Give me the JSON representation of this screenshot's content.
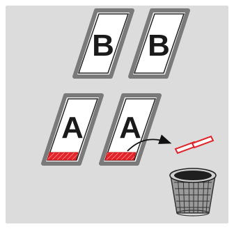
{
  "panels": [
    {
      "id": "top-left",
      "letter": "B",
      "row": "top",
      "has_strip": false
    },
    {
      "id": "top-right",
      "letter": "B",
      "row": "top",
      "has_strip": false
    },
    {
      "id": "bottom-left",
      "letter": "A",
      "row": "bottom",
      "has_strip": true
    },
    {
      "id": "bottom-right",
      "letter": "A",
      "row": "bottom",
      "has_strip": true
    }
  ],
  "colors": {
    "background_panel": "#dcdcdc",
    "window_frame": "#8a8a8a",
    "window_glass": "#ffffff",
    "strip_red": "#e0242a",
    "bin_body": "#8c8c8c",
    "bin_mesh": "#3a3a3a"
  },
  "icons": {
    "arrow": "curved-arrow-icon",
    "trash": "trash-bin-icon",
    "removed_strips": "removed-strip-icon"
  }
}
